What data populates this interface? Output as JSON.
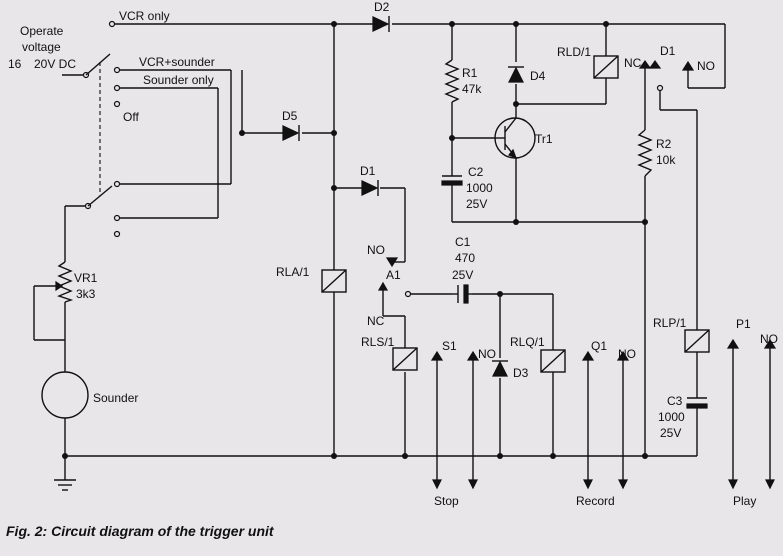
{
  "caption": "Fig. 2: Circuit diagram of the trigger unit",
  "switch": {
    "operate_voltage_line1": "Operate",
    "operate_voltage_line2": "voltage",
    "voltage_min": "16",
    "voltage_max": "20V DC",
    "pos_vcr_only": "VCR only",
    "pos_vcr_sounder": "VCR+sounder",
    "pos_sounder_only": "Sounder only",
    "pos_off": "Off"
  },
  "components": {
    "d2": "D2",
    "d5": "D5",
    "d1_diode": "D1",
    "d4": "D4",
    "d3": "D3",
    "r1_name": "R1",
    "r1_value": "47k",
    "r2_name": "R2",
    "r2_value": "10k",
    "c1_name": "C1",
    "c1_value1": "470",
    "c1_value2": "25V",
    "c2_name": "C2",
    "c2_value1": "1000",
    "c2_value2": "25V",
    "c3_name": "C3",
    "c3_value1": "1000",
    "c3_value2": "25V",
    "tr1": "Tr1",
    "vr1_name": "VR1",
    "vr1_value": "3k3",
    "sounder": "Sounder",
    "rla": "RLA/1",
    "rld": "RLD/1",
    "rls": "RLS/1",
    "rlq": "RLQ/1",
    "rlp": "RLP/1"
  },
  "contacts": {
    "a1": "A1",
    "no_a1": "NO",
    "nc_a1": "NC",
    "d1_contact": "D1",
    "nc_d1": "NC",
    "no_d1": "NO",
    "s1": "S1",
    "no_s1": "NO",
    "q1": "Q1",
    "no_q1": "NO",
    "p1": "P1",
    "no_p1": "NO"
  },
  "outputs": {
    "stop": "Stop",
    "record": "Record",
    "play": "Play"
  }
}
